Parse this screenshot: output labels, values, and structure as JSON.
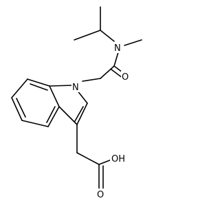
{
  "atoms": {
    "n_amide": "N",
    "n_indole": "N",
    "o_amide": "O",
    "o_acid_carbonyl": "O",
    "oh_acid": "OH"
  },
  "colors": {
    "bond": "#000000",
    "background": "#ffffff"
  }
}
